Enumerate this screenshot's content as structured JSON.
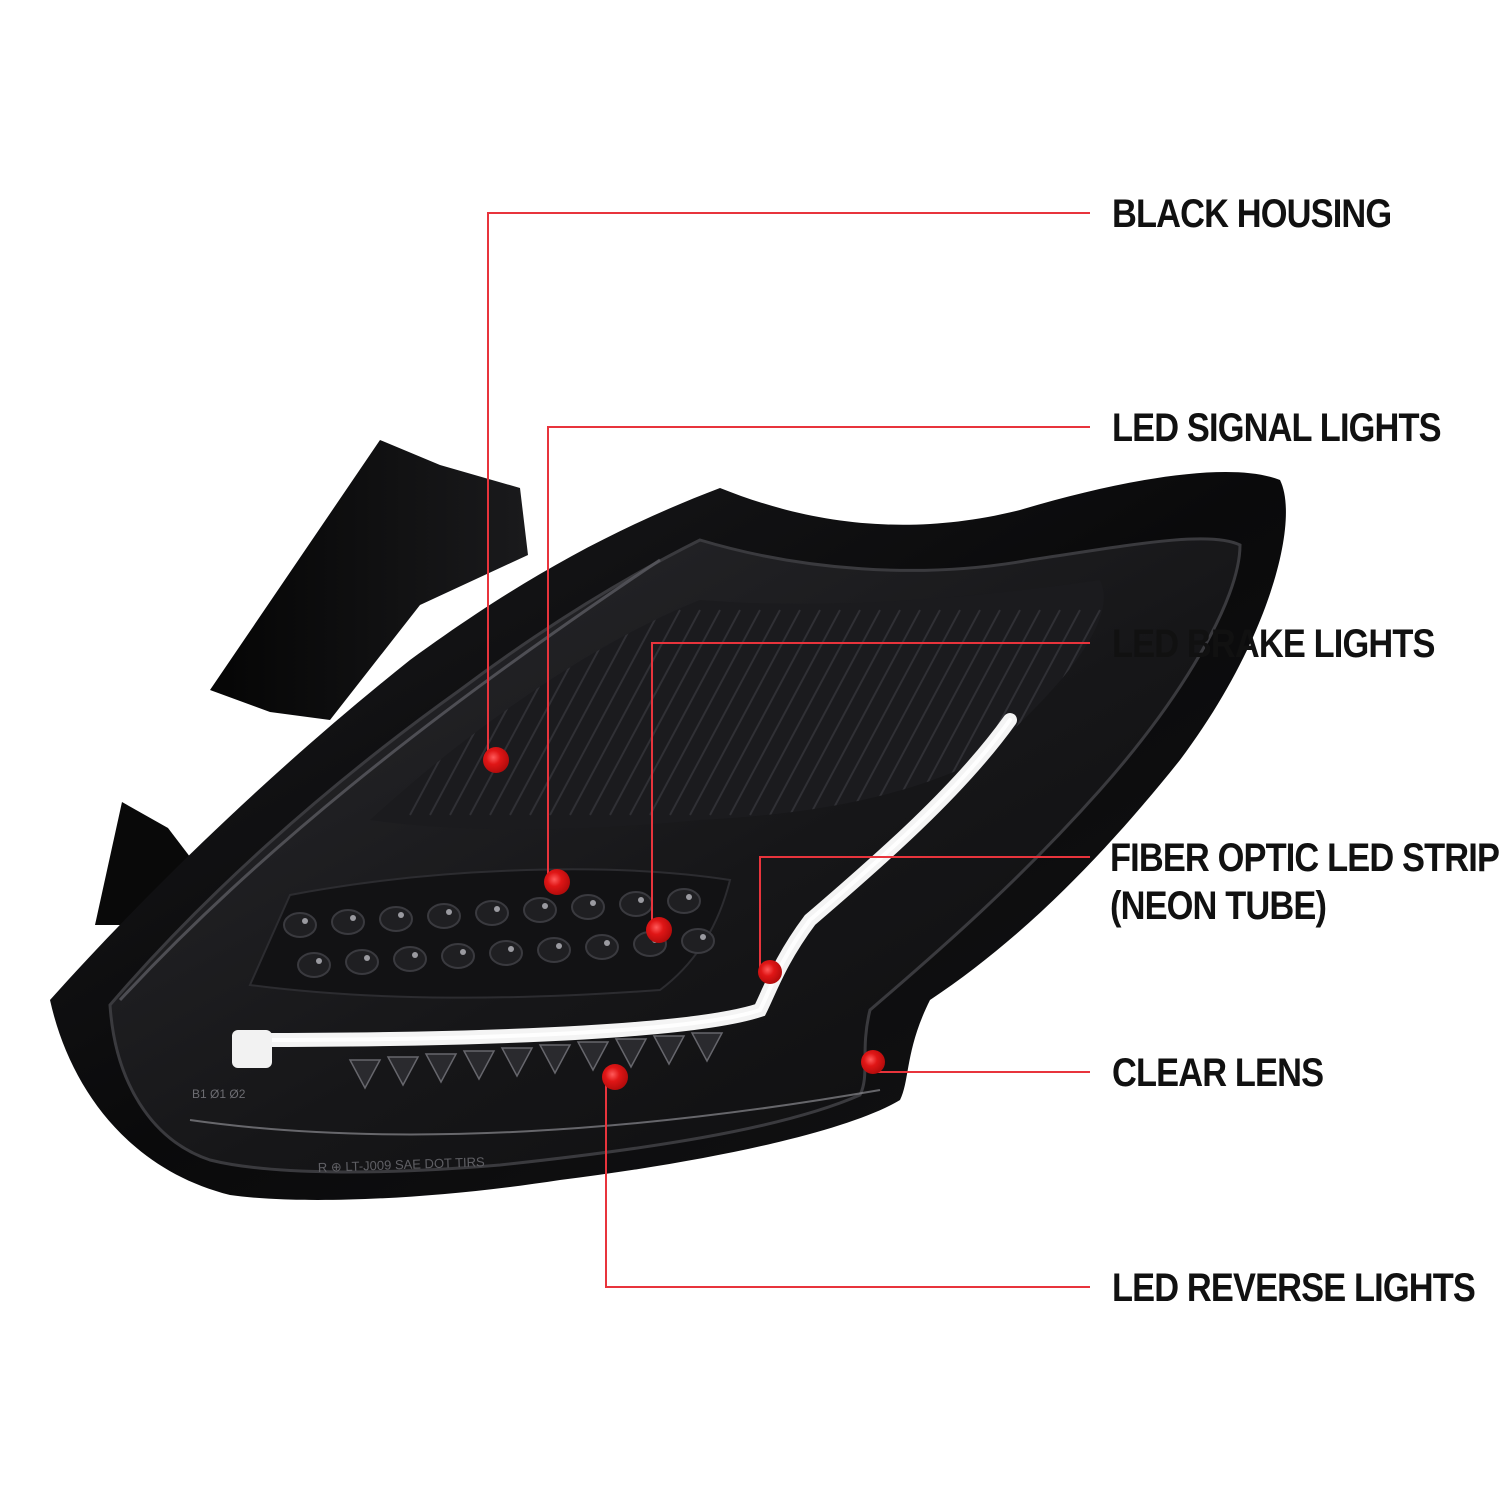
{
  "colors": {
    "accent": "#e8343c",
    "dot": "#e01616",
    "housing": "#0b0b0c",
    "text": "#111111",
    "background": "#ffffff"
  },
  "callouts": [
    {
      "id": "black-housing",
      "lines": [
        "BLACK HOUSING"
      ]
    },
    {
      "id": "led-signal-lights",
      "lines": [
        "LED SIGNAL LIGHTS"
      ]
    },
    {
      "id": "led-brake-lights",
      "lines": [
        "LED BRAKE LIGHTS"
      ]
    },
    {
      "id": "fiber-optic-led-strip",
      "lines": [
        "FIBER OPTIC LED STRIP",
        "(NEON TUBE)"
      ]
    },
    {
      "id": "clear-lens",
      "lines": [
        "CLEAR LENS"
      ]
    },
    {
      "id": "led-reverse-lights",
      "lines": [
        "LED REVERSE LIGHTS"
      ]
    }
  ],
  "lens_markings": {
    "side": "B1 Ø1 Ø2",
    "bottom": "R   ⊕    LT-J009   SAE  DOT  TIRS"
  }
}
